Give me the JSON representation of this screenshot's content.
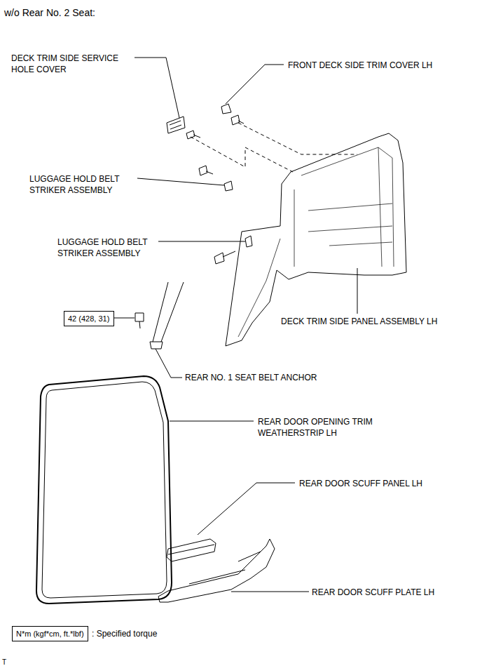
{
  "diagram": {
    "title": "w/o Rear No. 2 Seat:",
    "nodes": [
      {
        "text": [
          "42 (428, 31)"
        ]
      },
      {
        "text": [
          "N*m (kgf*cm, ft.*lbf)"
        ]
      }
    ],
    "labels": [
      "DECK TRIM SIDE SERVICE HOLE COVER",
      "FRONT DECK SIDE TRIM COVER LH",
      "LUGGAGE HOLD BELT STRIKER ASSEMBLY",
      "LUGGAGE HOLD BELT STRIKER ASSEMBLY",
      "DECK TRIM SIDE PANEL ASSEMBLY LH",
      "REAR NO. 1 SEAT BELT ANCHOR",
      "REAR DOOR OPENING TRIM WEATHERSTRIP LH",
      "REAR DOOR SCUFF PANEL LH",
      "REAR DOOR SCUFF PLATE LH",
      "T"
    ],
    "legend": [
      {
        "text": ": Specified torque"
      }
    ]
  }
}
